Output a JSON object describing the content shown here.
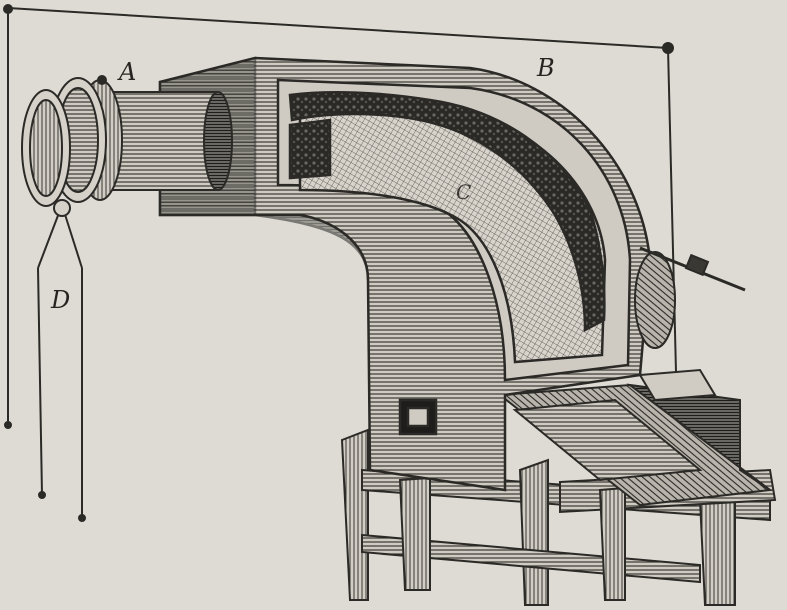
{
  "labels": {
    "a": "A",
    "b": "B",
    "c": "C",
    "d": "D"
  },
  "colors": {
    "paper": "#dedbd4",
    "ink": "#262421"
  }
}
